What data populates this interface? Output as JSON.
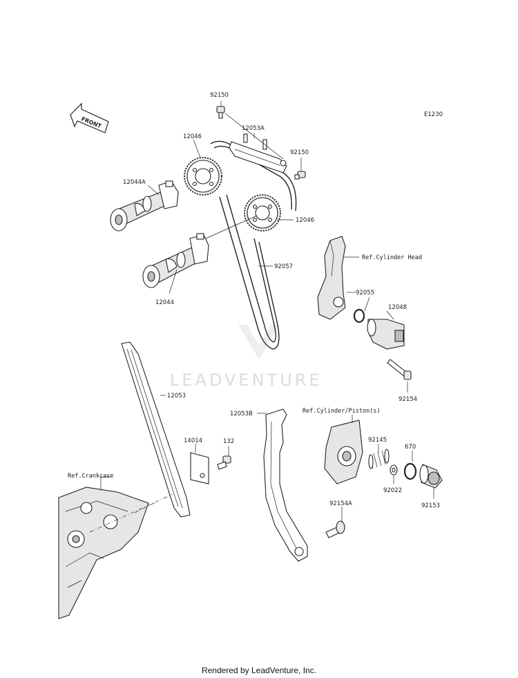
{
  "diagram_code": "E1230",
  "front_label": "FRONT",
  "watermark": "LEADVENTURE",
  "footer": "Rendered by LeadVenture, Inc.",
  "labels": {
    "p92150_top": "92150",
    "p12053A": "12053A",
    "p92150_right": "92150",
    "p12046_top": "12046",
    "p12044A": "12044A",
    "p12046_right": "12046",
    "p92057": "92057",
    "p12044": "12044",
    "ref_cyl_head": "Ref.Cylinder Head",
    "p92055": "92055",
    "p12048": "12048",
    "p92154": "92154",
    "p12053": "12053",
    "p12053B": "12053B",
    "ref_cyl_piston": "Ref.Cylinder/Piston(s)",
    "p14014": "14014",
    "p132": "132",
    "ref_crankcase": "Ref.Crankcase",
    "p92145": "92145",
    "p670": "670",
    "p92022": "92022",
    "p92153": "92153",
    "p92154A": "92154A"
  }
}
